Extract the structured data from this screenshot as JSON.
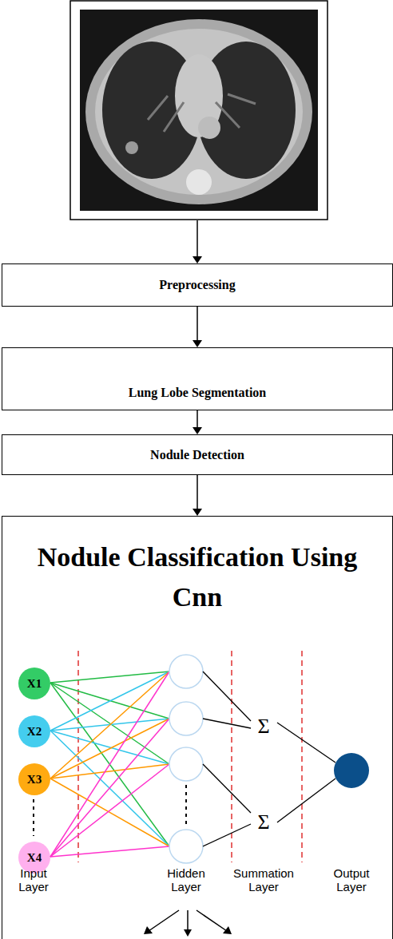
{
  "diagram": {
    "nodes": [
      {
        "text": [
          "Preprocessing"
        ]
      },
      {
        "text": [
          "Lung Lobe Segmentation"
        ]
      },
      {
        "text": [
          "Nodule Detection"
        ]
      },
      {
        "text": [
          "Nodule Classification Using Cnn"
        ]
      },
      {
        "text": [
          "X1"
        ],
        "in": 3
      },
      {
        "text": [
          "X2"
        ],
        "in": 3
      },
      {
        "text": [
          "X3"
        ],
        "in": 3
      },
      {
        "text": [
          "X4"
        ],
        "in": 3
      }
    ],
    "edges": [
      {
        "from": 0,
        "to": 1,
        "arrow": "to"
      },
      {
        "from": 1,
        "to": 2,
        "arrow": "to"
      },
      {
        "from": 2,
        "to": 3,
        "arrow": "to"
      }
    ],
    "labels": [
      "Σ",
      "Σ",
      "Input Layer",
      "Hidden Layer",
      "Summation Layer",
      "Output Layer"
    ]
  }
}
